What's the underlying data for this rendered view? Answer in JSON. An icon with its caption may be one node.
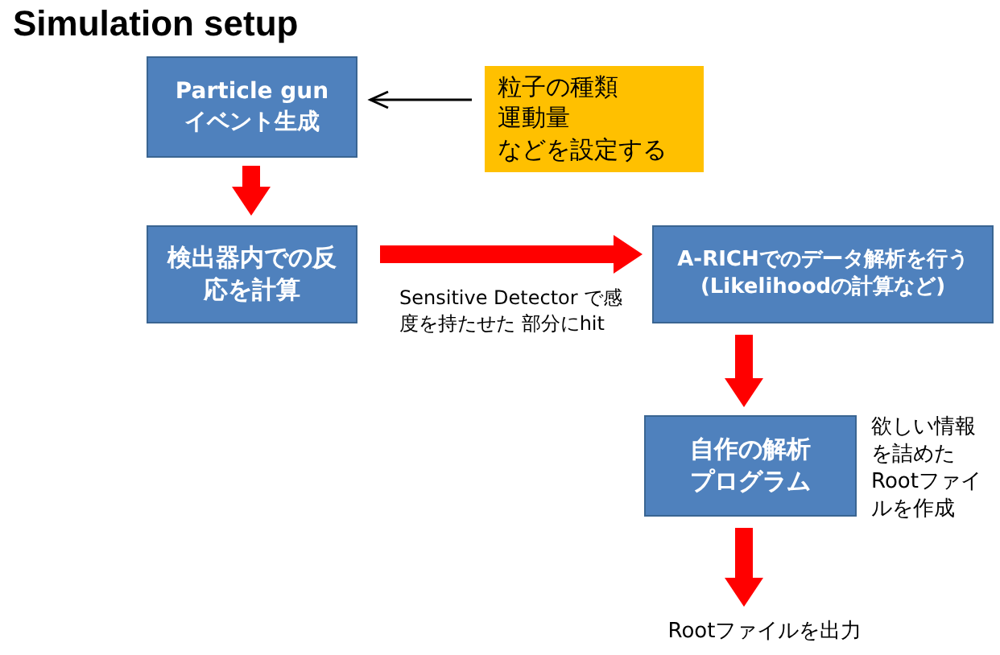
{
  "diagram": {
    "title": "Simulation setup",
    "nodes": [
      {
        "text": [
          "Particle gun",
          "イベント生成"
        ]
      },
      {
        "text": [
          "粒子の種類",
          "運動量",
          "などを設定する"
        ]
      },
      {
        "text": [
          "検出器内での反応を計算"
        ]
      },
      {
        "text": [
          "A-RICHでのデータ解析を行う",
          "(Likelihoodの計算など)"
        ]
      },
      {
        "text": [
          "自作の解析プログラム"
        ],
        "beside": [
          "欲しい情報を詰めたRootファイルを作成"
        ]
      },
      {
        "text": [
          "Rootファイルを出力"
        ]
      }
    ],
    "edges": [
      {
        "from": 1,
        "to": 0,
        "arrow": "to",
        "color": "#000000"
      },
      {
        "from": 0,
        "to": 2,
        "arrow": "to"
      },
      {
        "from": 2,
        "to": 3,
        "arrow": "to",
        "label": "Sensitive Detector で感度を持たせた 部分にhit"
      },
      {
        "from": 3,
        "to": 4,
        "arrow": "to"
      },
      {
        "from": 4,
        "to": 5,
        "arrow": "to"
      }
    ]
  }
}
